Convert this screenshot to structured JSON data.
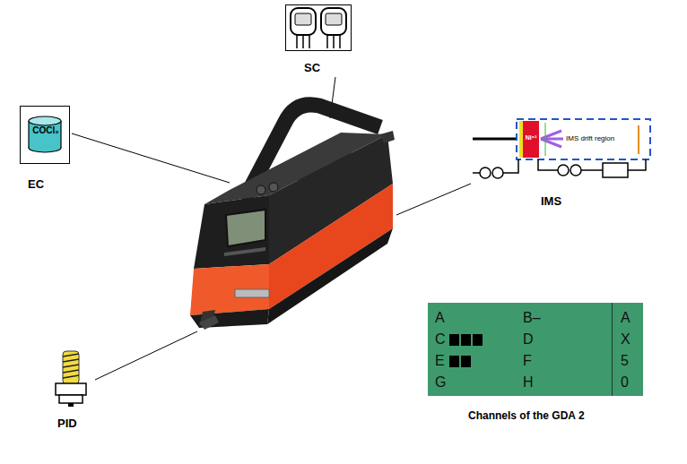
{
  "diagram": {
    "caption": "Channels of the GDA 2",
    "nodes": [
      {
        "text": [
          "COCl₂",
          "EC"
        ]
      },
      {
        "text": [
          "SC"
        ]
      },
      {
        "text": [
          "Ni⁶³",
          "IMS drift region",
          "IMS"
        ]
      },
      {
        "text": [
          "PID"
        ]
      },
      {
        "text": [
          "A",
          "B–",
          "A",
          "C",
          "D",
          "X",
          "E",
          "F",
          "5",
          "G",
          "H",
          "0"
        ]
      }
    ]
  }
}
